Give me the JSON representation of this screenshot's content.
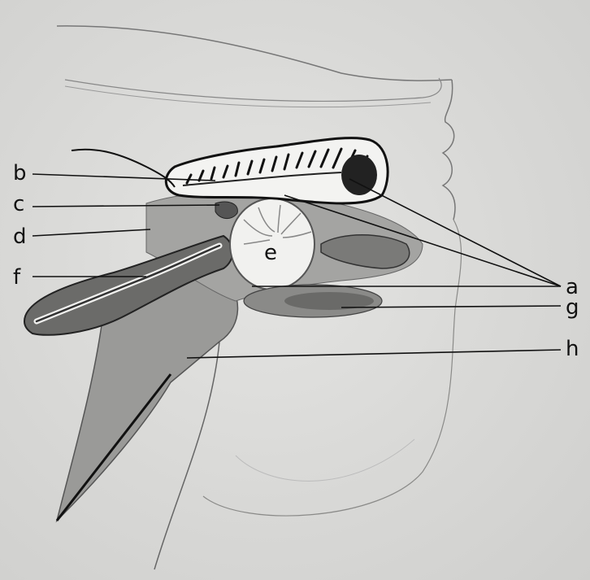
{
  "labels": {
    "a": "a",
    "b": "b",
    "c": "c",
    "d": "d",
    "e": "e",
    "f": "f",
    "g": "g",
    "h": "h"
  },
  "colors": {
    "ink": "#111111",
    "tissue_dark": "#555555",
    "tissue_mid": "#8c8c8a",
    "tissue_light": "#a9a9a7",
    "bladder_white": "#f2f2f0",
    "background": "#d9d9d7"
  }
}
